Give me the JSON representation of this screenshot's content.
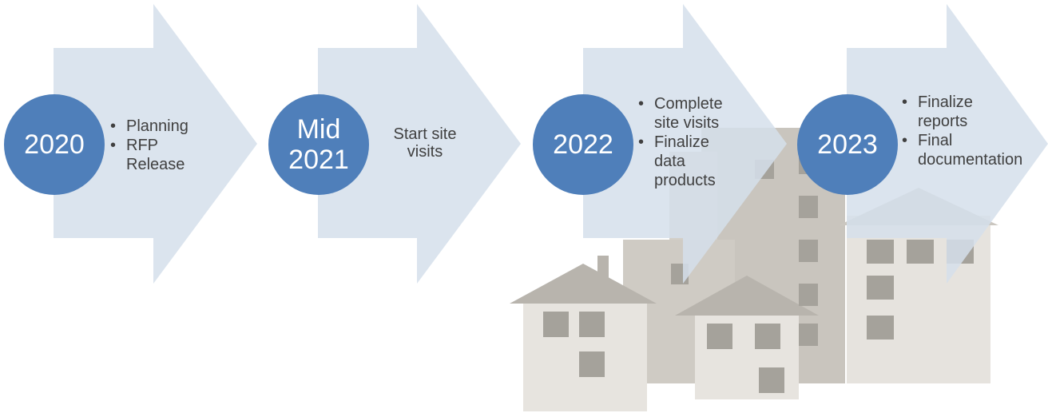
{
  "colors": {
    "arrow": "#d5dfeb",
    "circle": "#4f7fba",
    "circle_text": "#ffffff",
    "body_text": "#404040",
    "building_light": "#e4e1dc",
    "building_mid": "#cfcbc4",
    "building_dark": "#bdb9b1",
    "roof": "#b8b4ad",
    "window": "#a5a29b"
  },
  "illustration": {
    "icon": "apartment-buildings-icon"
  },
  "milestones": [
    {
      "label_lines": [
        "2020"
      ],
      "bullets": [
        "Planning",
        "RFP Release"
      ]
    },
    {
      "label_lines": [
        "Mid",
        "2021"
      ],
      "text_lines": [
        "Start site",
        "visits"
      ]
    },
    {
      "label_lines": [
        "2022"
      ],
      "bullets": [
        "Complete site visits",
        "Finalize data products"
      ]
    },
    {
      "label_lines": [
        "2023"
      ],
      "bullets": [
        "Finalize reports",
        "Final documentation"
      ]
    }
  ]
}
